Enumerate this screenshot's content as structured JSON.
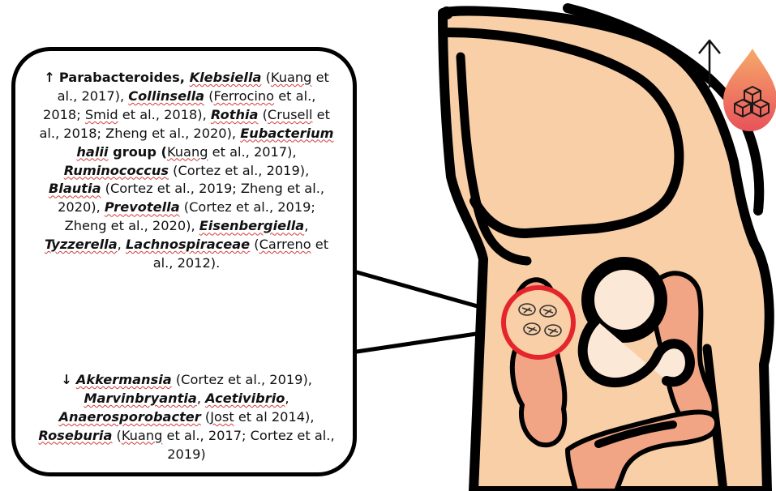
{
  "increased": {
    "arrow": "↑",
    "segments": [
      {
        "t": "Parabacteroides, ",
        "s": "plain"
      },
      {
        "t": "Klebsiella",
        "s": "sp"
      },
      {
        "t": " (",
        "s": "txt"
      },
      {
        "t": "Kuang",
        "s": "ref"
      },
      {
        "t": " et al., 2017), ",
        "s": "txt"
      },
      {
        "t": "Collinsella",
        "s": "sp"
      },
      {
        "t": " (",
        "s": "txt"
      },
      {
        "t": "Ferrocino",
        "s": "ref"
      },
      {
        "t": " et al., 2018; ",
        "s": "txt"
      },
      {
        "t": "Smid",
        "s": "ref"
      },
      {
        "t": " et al., 2018), ",
        "s": "txt"
      },
      {
        "t": "Rothia",
        "s": "sp"
      },
      {
        "t": " (",
        "s": "txt"
      },
      {
        "t": "Crusell",
        "s": "ref"
      },
      {
        "t": " et al., 2018; Zheng et al., 2020), ",
        "s": "txt"
      },
      {
        "t": "Eubacterium halii",
        "s": "sp"
      },
      {
        "t": " group (",
        "s": "plain"
      },
      {
        "t": "Kuang",
        "s": "ref"
      },
      {
        "t": " et al., 2017), ",
        "s": "txt"
      },
      {
        "t": "Ruminococcus",
        "s": "sp"
      },
      {
        "t": " (Cortez et al., 2019), ",
        "s": "txt"
      },
      {
        "t": "Blautia",
        "s": "sp"
      },
      {
        "t": " (Cortez et al., 2019; Zheng et al., 2020), ",
        "s": "txt"
      },
      {
        "t": "Prevotella",
        "s": "sp"
      },
      {
        "t": " (Cortez et al., 2019; Zheng et al., 2020), ",
        "s": "txt"
      },
      {
        "t": "Eisenbergiella",
        "s": "sp"
      },
      {
        "t": ", ",
        "s": "txt"
      },
      {
        "t": "Tyzzerella",
        "s": "sp"
      },
      {
        "t": ", ",
        "s": "txt"
      },
      {
        "t": "Lachnospiraceae",
        "s": "sp"
      },
      {
        "t": " (",
        "s": "txt"
      },
      {
        "t": "Carreno",
        "s": "ref"
      },
      {
        "t": " et al., 2012).",
        "s": "txt"
      }
    ]
  },
  "decreased": {
    "arrow": "↓",
    "segments": [
      {
        "t": "Akkermansia",
        "s": "sp"
      },
      {
        "t": " (Cortez et al., 2019), ",
        "s": "txt"
      },
      {
        "t": "Marvinbryantia",
        "s": "sp"
      },
      {
        "t": ", ",
        "s": "txt"
      },
      {
        "t": "Acetivibrio",
        "s": "sp"
      },
      {
        "t": ", ",
        "s": "txt"
      },
      {
        "t": "Anaerosporobacter",
        "s": "sp"
      },
      {
        "t": " (",
        "s": "txt"
      },
      {
        "t": "Jost",
        "s": "ref"
      },
      {
        "t": " et al 2014), ",
        "s": "txt"
      },
      {
        "t": "Roseburia",
        "s": "sp"
      },
      {
        "t": " (",
        "s": "txt"
      },
      {
        "t": "Kuang",
        "s": "ref"
      },
      {
        "t": " et al., 2017; Cortez et al., 2019)",
        "s": "txt"
      }
    ]
  },
  "icons": {
    "glucose_arrow": "up-arrow-icon",
    "glucose_drop": "glucose-drop-icon"
  },
  "colors": {
    "skin": "#F9CFA8",
    "intestine": "#F2A585",
    "drop_top": "#F6A96A",
    "drop_bottom": "#E8525A",
    "highlight_circle": "#E4262C",
    "underline": "#D23B3B"
  }
}
